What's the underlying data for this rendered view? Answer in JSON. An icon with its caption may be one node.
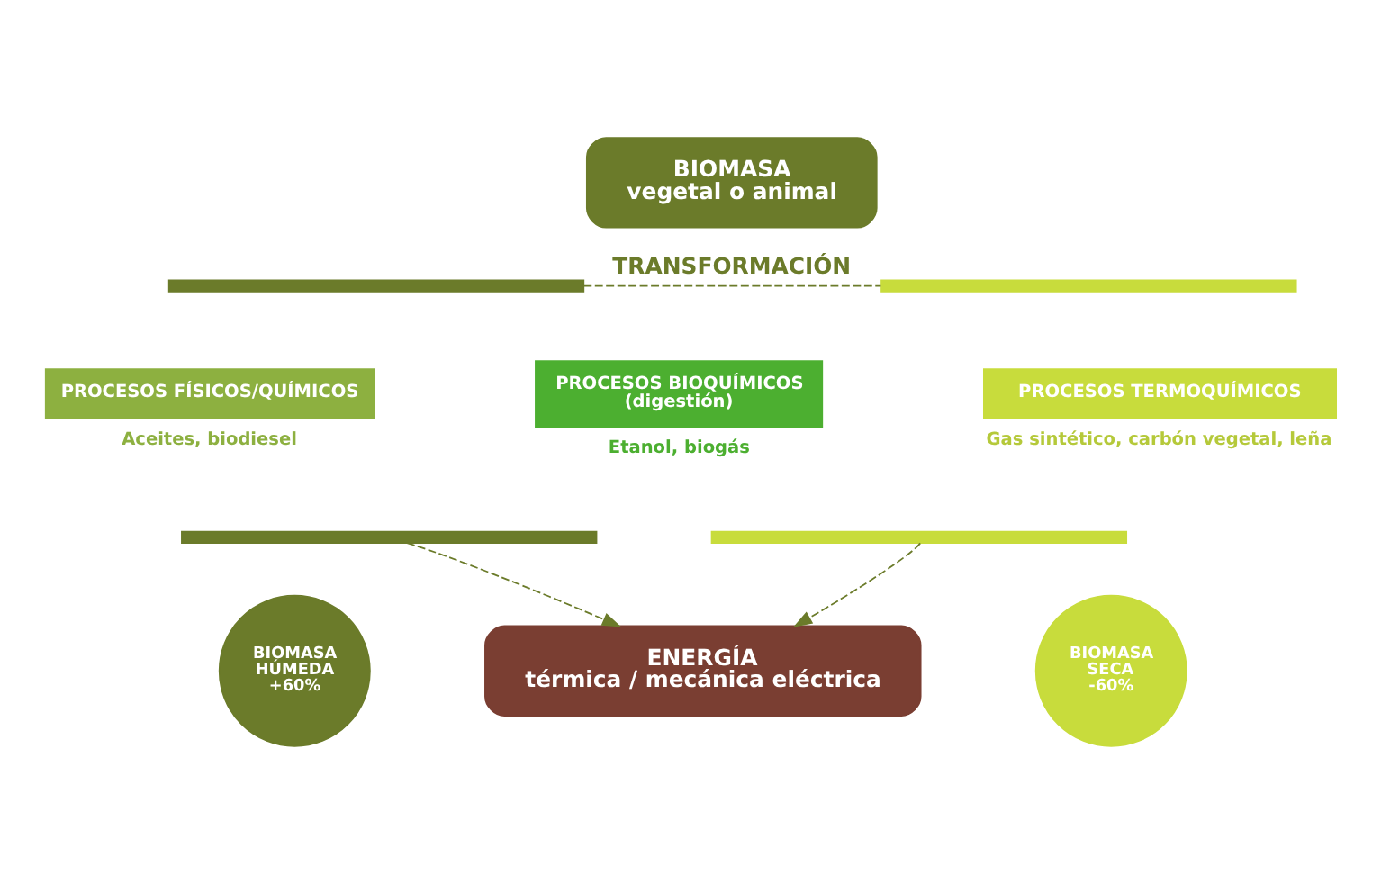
{
  "diagram": {
    "nodes": [
      {
        "text": [
          "BIOMASA",
          "vegetal o animal"
        ]
      },
      {
        "text": [],
        "shape": "bar"
      },
      {
        "text": [],
        "shape": "bar"
      },
      {
        "text": [
          "PROCESOS FÍSICOS/QUÍMICOS"
        ],
        "beside": [
          "Aceites, biodiesel"
        ]
      },
      {
        "text": [
          "PROCESOS BIOQUÍMICOS",
          "(digestión)"
        ],
        "beside": [
          "Etanol, biogás"
        ]
      },
      {
        "text": [
          "PROCESOS TERMOQUÍMICOS"
        ],
        "beside": [
          "Gas sintético, carbón vegetal, leña"
        ]
      },
      {
        "text": [],
        "shape": "bar"
      },
      {
        "text": [],
        "shape": "bar"
      },
      {
        "text": [
          "BIOMASA HÚMEDA +60%"
        ]
      },
      {
        "text": [
          "ENERGÍA",
          "térmica / mecánica eléctrica"
        ]
      },
      {
        "text": [
          "BIOMASA SECA -60%"
        ]
      }
    ],
    "edges": [
      {
        "from": 1,
        "to": 2,
        "arrow": "none",
        "style": "dashed",
        "label": "TRANSFORMACIÓN"
      },
      {
        "from": 6,
        "to": 9,
        "arrow": "to",
        "style": "dashed"
      },
      {
        "from": 7,
        "to": 9,
        "arrow": "to",
        "style": "dashed"
      }
    ]
  }
}
